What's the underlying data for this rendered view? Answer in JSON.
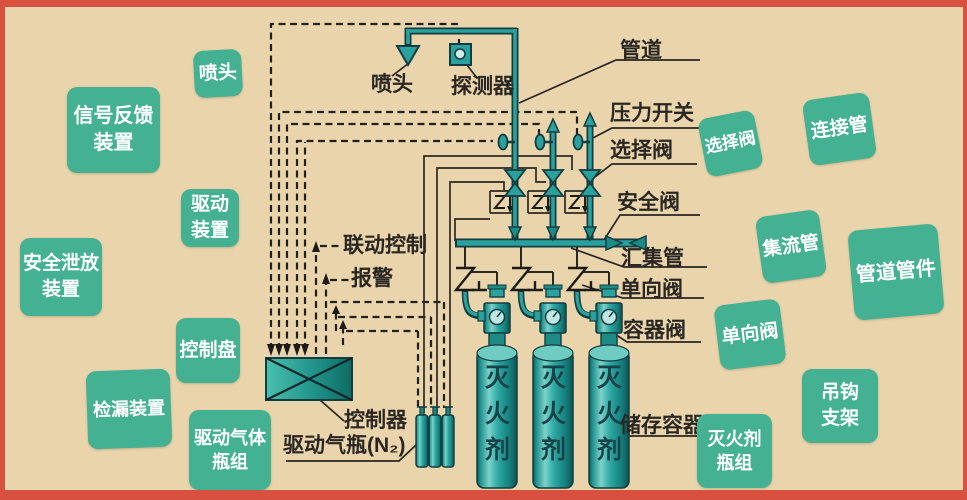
{
  "colors": {
    "background": "#e9d4ac",
    "border_red": "#d8503f",
    "box_teal": "#44b193",
    "pipe_teal": "#2aa19c",
    "pipe_outline": "#123c40",
    "label_text": "#2a2722",
    "box_text": "#ffffff",
    "cylinder_text": "#17424a"
  },
  "boxes": [
    {
      "label": "喷头"
    },
    {
      "label": "信号反馈\n装置"
    },
    {
      "label": "驱动\n装置"
    },
    {
      "label": "安全泄放\n装置"
    },
    {
      "label": "控制盘"
    },
    {
      "label": "检漏装置"
    },
    {
      "label": "驱动气体\n瓶组"
    },
    {
      "label": "选择阀"
    },
    {
      "label": "连接管"
    },
    {
      "label": "集流管"
    },
    {
      "label": "管道管件"
    },
    {
      "label": "单向阀"
    },
    {
      "label": "吊钩\n支架"
    },
    {
      "label": "灭火剂\n瓶组"
    }
  ],
  "diagram": {
    "nozzle": "喷头",
    "detector": "探测器",
    "pipe": "管道",
    "pressure_switch": "压力开关",
    "selector_valve": "选择阀",
    "safety_valve": "安全阀",
    "manifold": "汇集管",
    "check_valve": "单向阀",
    "container_valve": "容器阀",
    "storage_container": "储存容器",
    "linkage_control": "联动控制",
    "alarm": "报警",
    "controller": "控制器",
    "drive_bottle": "驱动气瓶(N₂)",
    "agent": "灭火剂"
  }
}
